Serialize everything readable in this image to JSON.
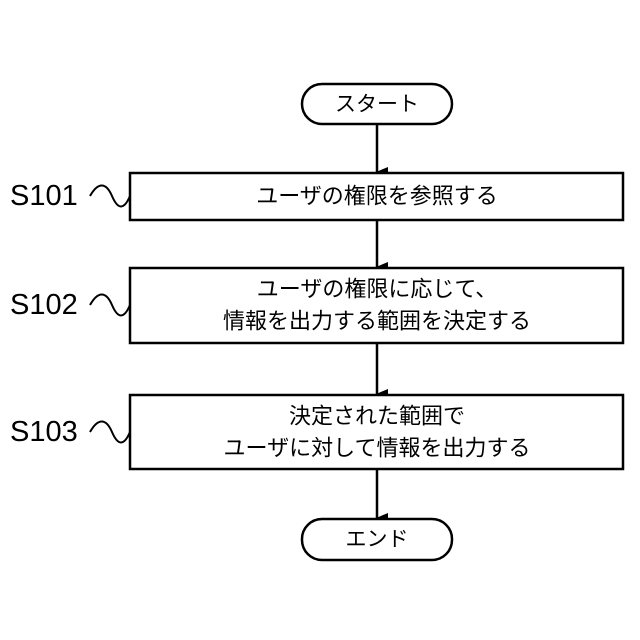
{
  "flowchart": {
    "start": {
      "label": "スタート"
    },
    "end": {
      "label": "エンド"
    },
    "steps": [
      {
        "id": "S101",
        "lines": [
          "ユーザの権限を参照する"
        ]
      },
      {
        "id": "S102",
        "lines": [
          "ユーザの権限に応じて、",
          "情報を出力する範囲を決定する"
        ]
      },
      {
        "id": "S103",
        "lines": [
          "決定された範囲で",
          "ユーザに対して情報を出力する"
        ]
      }
    ]
  }
}
